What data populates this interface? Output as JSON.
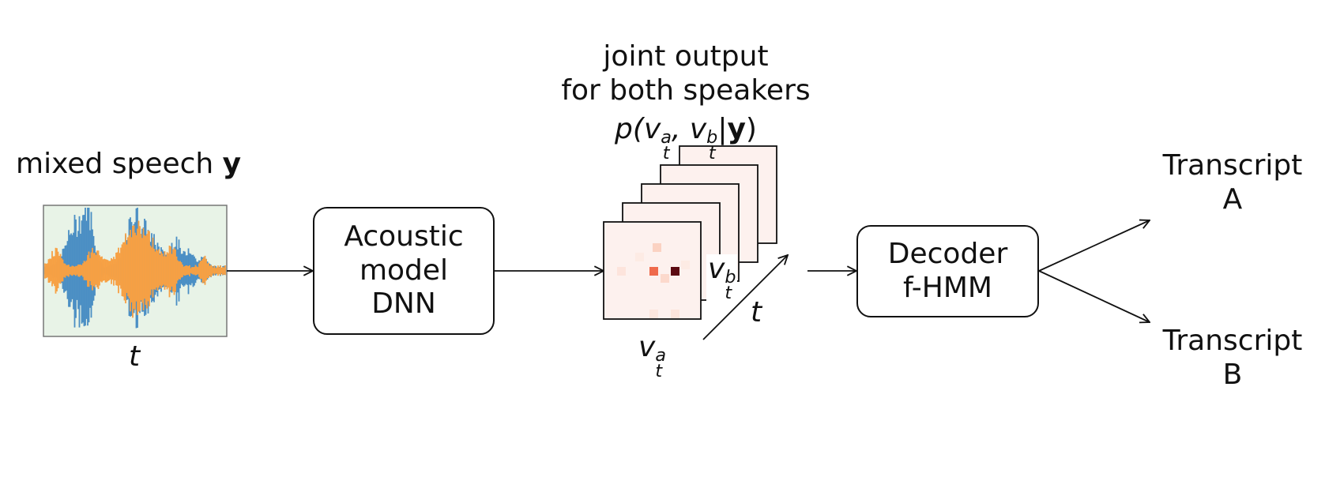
{
  "input": {
    "label_prefix": "mixed speech ",
    "label_var": "y",
    "axis_label": "t"
  },
  "acoustic_model": {
    "lines": [
      "Acoustic",
      "model",
      "DNN"
    ]
  },
  "joint_output": {
    "title_lines": [
      "joint output",
      "for both speakers"
    ],
    "formula": {
      "p": "p(",
      "va": "v",
      "va_sup": "a",
      "va_sub": "t",
      "comma": ", ",
      "vb": "v",
      "vb_sup": "b",
      "vb_sub": "t",
      "bar": "|",
      "y": "y",
      "close": ")"
    },
    "x_label": {
      "v": "v",
      "sup": "a",
      "sub": "t"
    },
    "y_label": {
      "v": "v",
      "sup": "b",
      "sub": "t"
    },
    "depth_label": "t"
  },
  "decoder": {
    "lines": [
      "Decoder",
      "f-HMM"
    ]
  },
  "outputs": [
    {
      "lines": [
        "Transcript",
        "A"
      ]
    },
    {
      "lines": [
        "Transcript",
        "B"
      ]
    }
  ],
  "colors": {
    "speaker_a_wave": "#4a8ec4",
    "speaker_b_wave": "#f7a043",
    "waveform_bg": "#e8f3e7",
    "frame_bg": "#fdf1ee",
    "heat_peak": "#5b0a12",
    "heat_mid": "#ef6a4c",
    "heat_low": "#fbd2c2"
  }
}
